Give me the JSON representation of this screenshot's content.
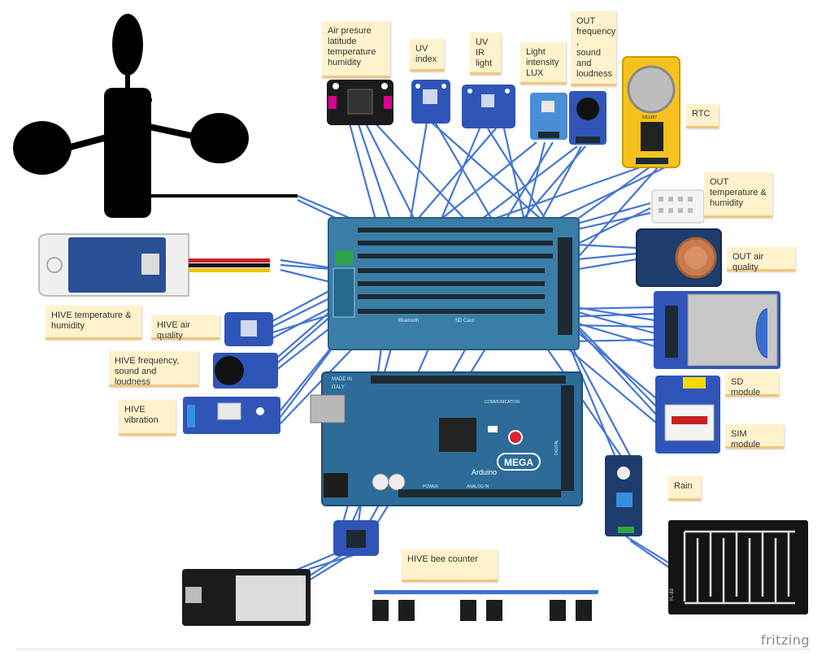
{
  "labels": {
    "air_pressure": "Air presure\nlatitude\ntemperature\nhumidity",
    "uv_index": "UV\nindex",
    "uv_ir": "UV\nIR\nlight",
    "light": "Light\nintensity\nLUX",
    "out_freq": "OUT\nfrequency\n,\nsound\nand\nloudness",
    "rtc": "RTC",
    "out_temp": "OUT\ntemperature &\nhumidity",
    "out_air": "OUT air quality",
    "sd": "SD module",
    "sim": "SIM module",
    "rain": "Rain",
    "hive_temp": "HIVE temperature &\nhumidity",
    "hive_air": "HIVE air quality",
    "hive_freq": "HIVE frequency,\nsound and loudness",
    "hive_vib": "HIVE\nvibration",
    "bee_counter": "HIVE bee counter"
  },
  "board_text": {
    "mega_logo": "MEGA",
    "arduino": "Arduino",
    "made_in": "MADE IN",
    "italy": "ITALY",
    "communication": "COMMUNICATION",
    "power": "POWER",
    "analog_in": "ANALOG IN",
    "digital": "DIGITAL",
    "rtc_chip": "DS1307",
    "rain_module": "YL-83"
  },
  "branding": "fritzing",
  "colors": {
    "wire": "#3a6fd1",
    "note_bg": "#fff2cc",
    "note_border": "#f2c67a",
    "board": "#2d6c99",
    "shield": "#3a7ea8",
    "breakout": "#2f55b8",
    "rtc_board": "#f7c21d"
  }
}
